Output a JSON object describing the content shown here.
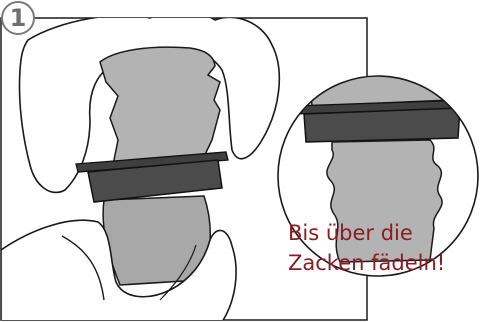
{
  "step": {
    "number": "1"
  },
  "caption": {
    "line1": "Bis über die",
    "line2": "Zacken fädeln!"
  },
  "colors": {
    "caption_text": "#8b1c24",
    "ring": "#4b4b4b",
    "part_body": "#b3b3b3",
    "outline": "#000000",
    "badge_border": "#7a7a7a"
  },
  "icons": {
    "step_marker": "circled-number-icon",
    "zoom_lens": "magnifier-circle"
  }
}
